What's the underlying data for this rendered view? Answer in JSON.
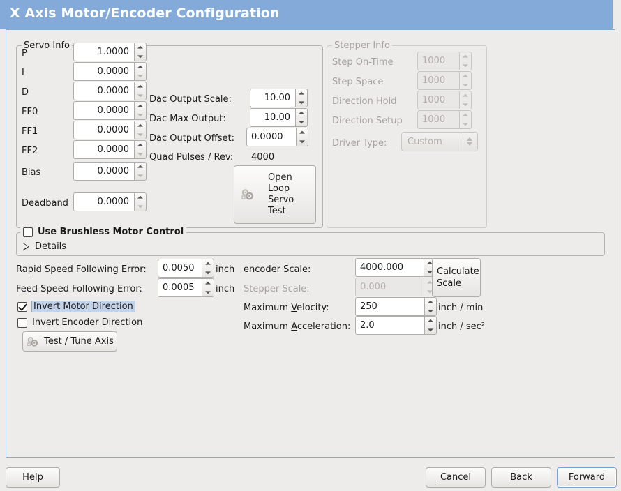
{
  "window": {
    "title": "X Axis Motor/Encoder Configuration",
    "titlebar_color": "#83aad8",
    "background_color": "#edecea",
    "panel_border_color": "#8aa9d2"
  },
  "servo_info": {
    "frame_label": "Servo Info",
    "fields": [
      {
        "label": "P",
        "value": "1.0000"
      },
      {
        "label": "I",
        "value": "0.0000"
      },
      {
        "label": "D",
        "value": "0.0000"
      },
      {
        "label": "FF0",
        "value": "0.0000"
      },
      {
        "label": "FF1",
        "value": "0.0000"
      },
      {
        "label": "FF2",
        "value": "0.0000"
      },
      {
        "label": "Bias",
        "value": "0.0000"
      },
      {
        "label": "Deadband",
        "value": "0.0000"
      }
    ],
    "dac": [
      {
        "label": "Dac Output Scale:",
        "value": "10.00"
      },
      {
        "label": "Dac Max Output:",
        "value": "10.00"
      },
      {
        "label": "Dac Output Offset:",
        "value": "0.0000"
      }
    ],
    "quad_pulses_label": "Quad Pulses / Rev:",
    "quad_pulses_value": "4000",
    "open_loop_button": {
      "line1": "Open",
      "line2": "Loop",
      "line3": "Servo",
      "line4": "Test",
      "icon": "gears-icon"
    }
  },
  "stepper_info": {
    "frame_label": "Stepper Info",
    "enabled": false,
    "fields": [
      {
        "label": "Step On-Time",
        "value": "1000"
      },
      {
        "label": "Step Space",
        "value": "1000"
      },
      {
        "label": "Direction Hold",
        "value": "1000"
      },
      {
        "label": "Direction Setup",
        "value": "1000"
      }
    ],
    "driver_type_label": "Driver Type:",
    "driver_type_value": "Custom"
  },
  "brushless": {
    "checkbox_label": "Use Brushless Motor Control",
    "checked": false,
    "details_label": "Details",
    "details_expanded": false
  },
  "tuning": {
    "rapid_following_error_label": "Rapid Speed Following Error:",
    "rapid_following_error_value": "0.0050",
    "rapid_following_error_unit": "inch",
    "feed_following_error_label": "Feed Speed Following Error:",
    "feed_following_error_value": "0.0005",
    "feed_following_error_unit": "inch",
    "invert_motor_label": "Invert Motor Direction",
    "invert_motor_checked": true,
    "invert_encoder_label": "Invert Encoder Direction",
    "invert_encoder_checked": false,
    "test_tune_button": "Test / Tune Axis"
  },
  "scales": {
    "encoder_scale_label": "encoder Scale:",
    "encoder_scale_value": "4000.000",
    "stepper_scale_label": "Stepper Scale:",
    "stepper_scale_value": "0.000",
    "stepper_scale_enabled": false,
    "calculate_scale_line1": "Calculate",
    "calculate_scale_line2": "Scale",
    "max_velocity_label_pre": "Maximum ",
    "max_velocity_label_mn": "V",
    "max_velocity_label_post": "elocity:",
    "max_velocity_value": "250",
    "max_velocity_unit": "inch / min",
    "max_accel_label_pre": "Maximum ",
    "max_accel_label_mn": "A",
    "max_accel_label_post": "cceleration:",
    "max_accel_value": "2.0",
    "max_accel_unit": "inch / sec²"
  },
  "footer": {
    "help_pre": "",
    "help_mn": "H",
    "help_post": "elp",
    "cancel_mn": "C",
    "cancel_post": "ancel",
    "back_mn": "B",
    "back_post": "ack",
    "forward_mn": "F",
    "forward_post": "orward",
    "forward_focused": true
  }
}
